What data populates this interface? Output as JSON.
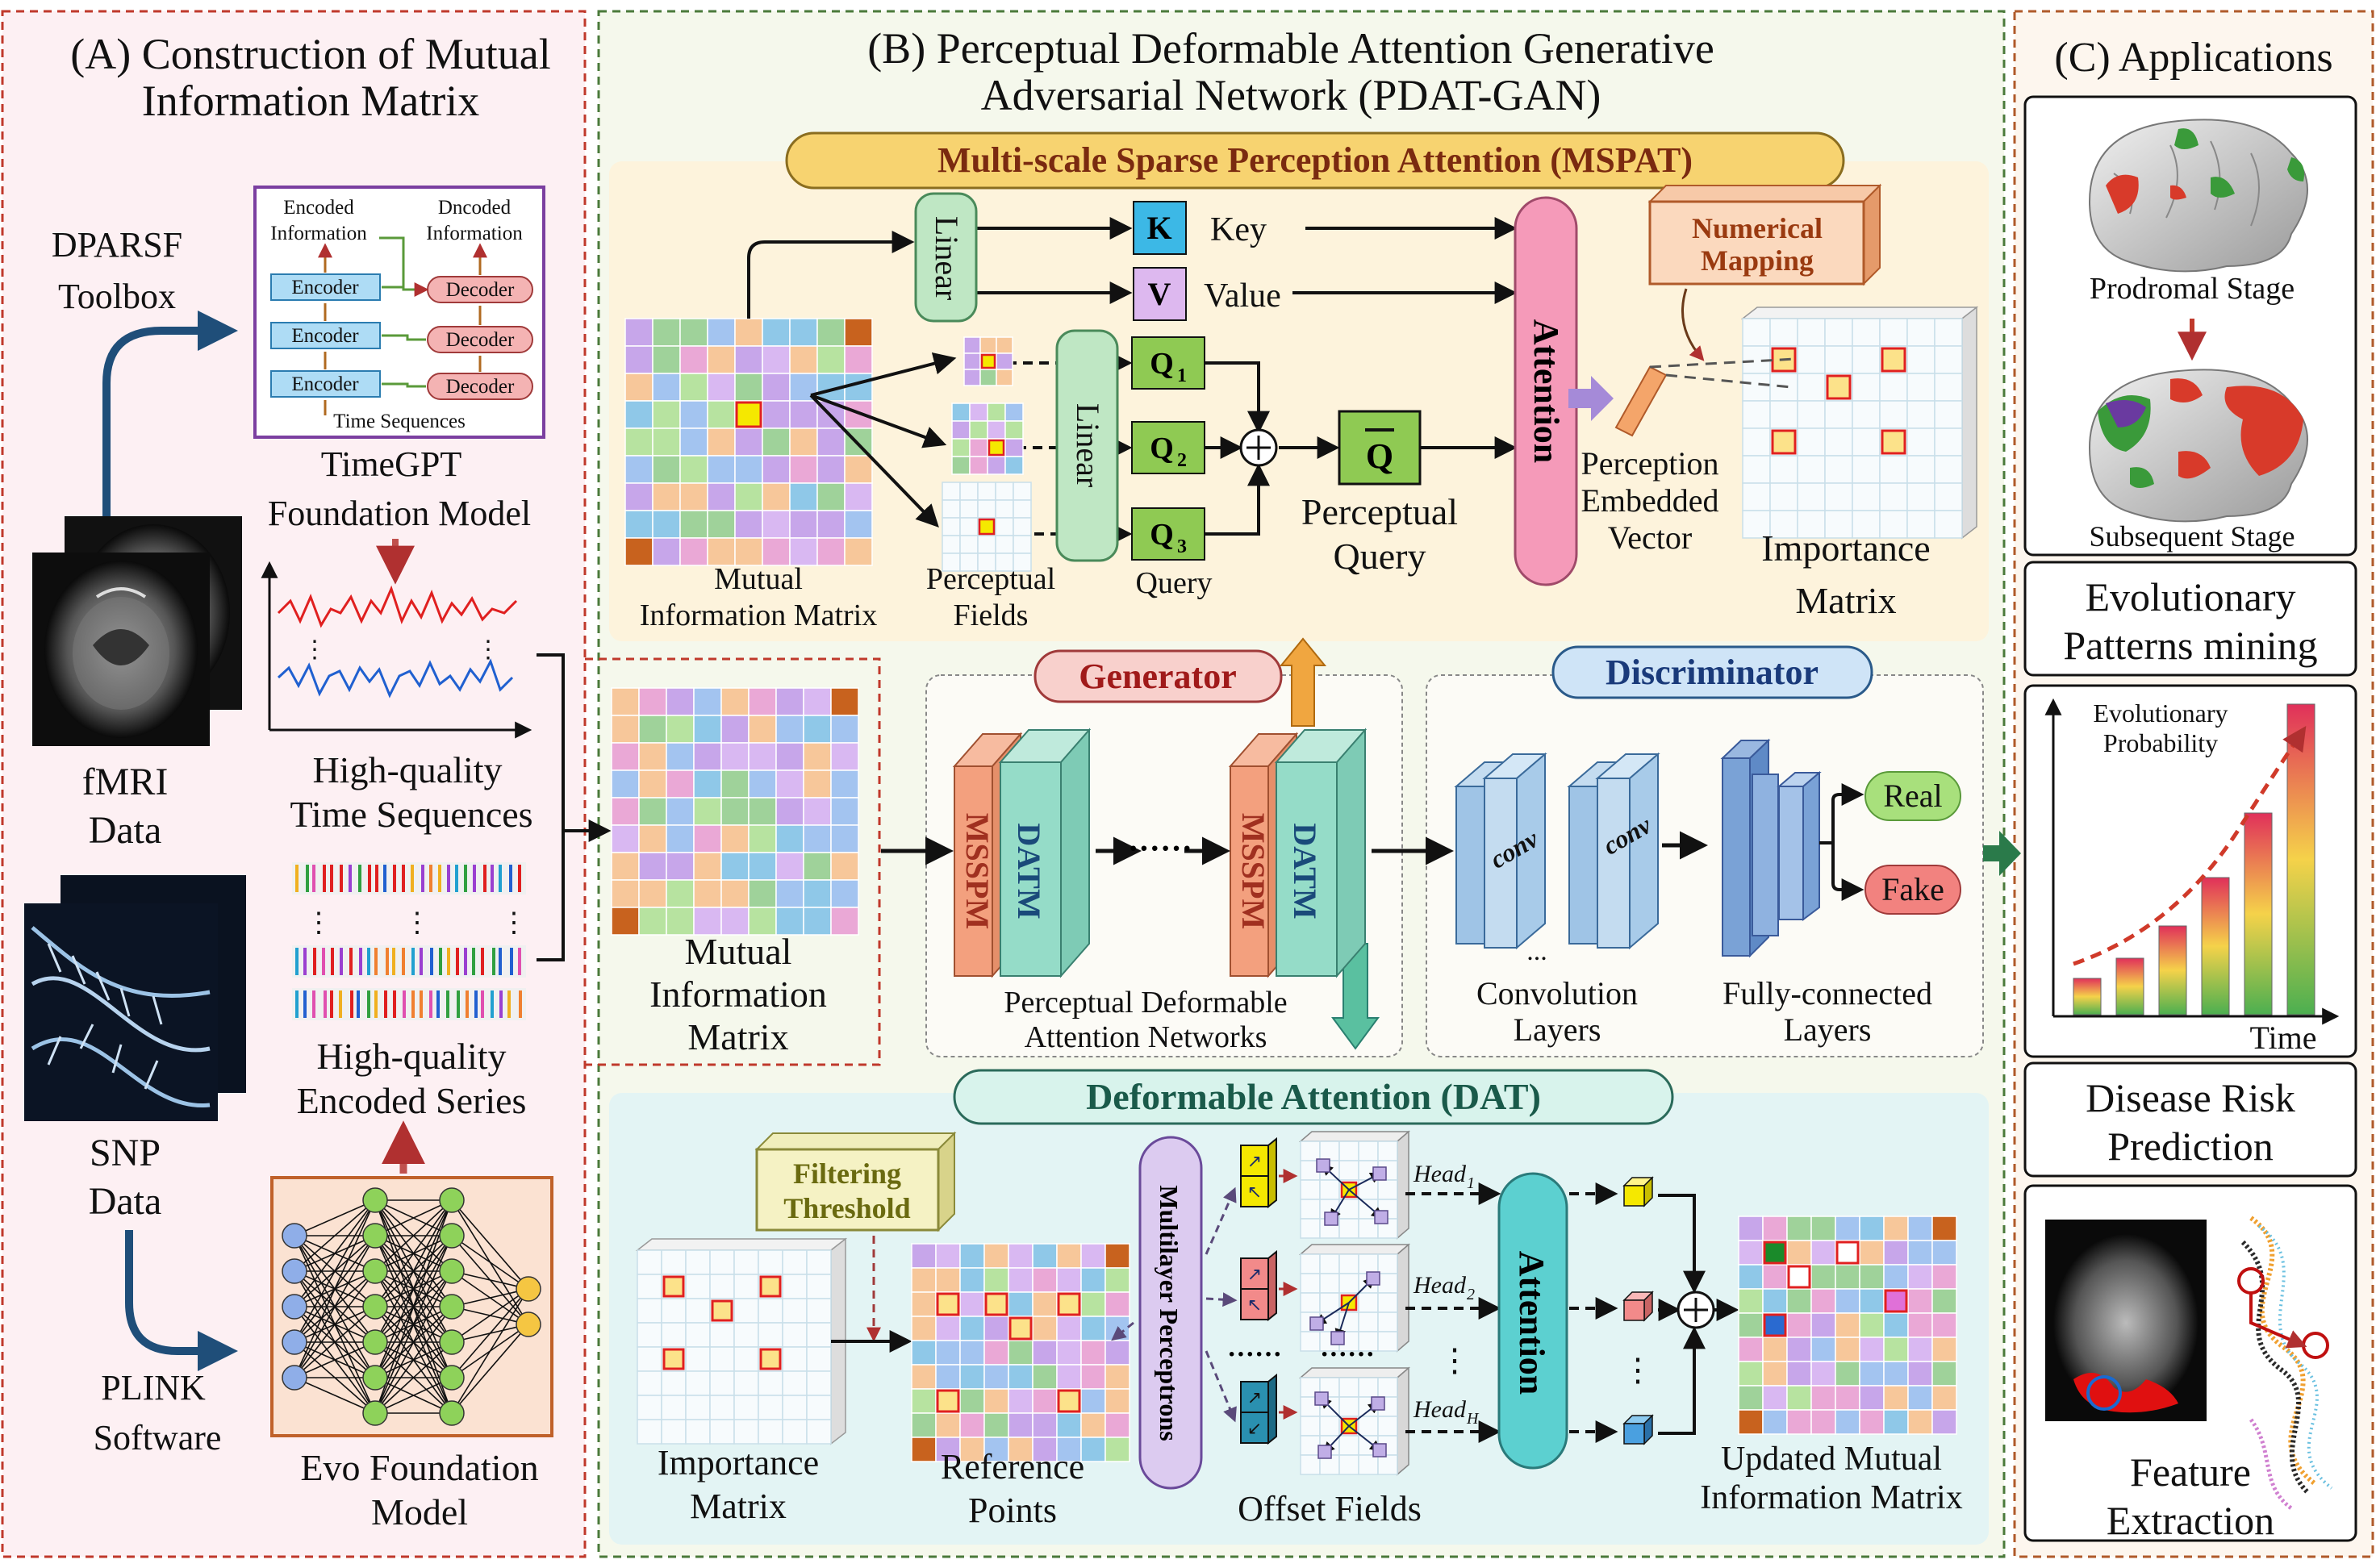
{
  "panel_a": {
    "title_line1": "(A) Construction of Mutual",
    "title_line2": "Information Matrix",
    "dparsf_line1": "DPARSF",
    "dparsf_line2": "Toolbox",
    "timegpt": {
      "encoded_line1": "Encoded",
      "encoded_line2": "Information",
      "decoded_line1": "Dncoded",
      "decoded_line2": "Information",
      "encoder": "Encoder",
      "decoder": "Decoder",
      "time_sequences": "Time Sequences",
      "name": "TimeGPT",
      "model": "Foundation Model"
    },
    "fmri_line1": "fMRI",
    "fmri_line2": "Data",
    "snp_line1": "SNP",
    "snp_line2": "Data",
    "plink_line1": "PLINK",
    "plink_line2": "Software",
    "hq_time_line1": "High-quality",
    "hq_time_line2": "Time Sequences",
    "hq_enc_line1": "High-quality",
    "hq_enc_line2": "Encoded Series",
    "evo_line1": "Evo Foundation",
    "evo_line2": "Model",
    "mim_line1": "Mutual",
    "mim_line2": "Information",
    "mim_line3": "Matrix"
  },
  "panel_b": {
    "title_line1": "(B) Perceptual Deformable Attention Generative",
    "title_line2": "Adversarial Network (PDAT-GAN)",
    "mspat": {
      "title": "Multi-scale Sparse Perception Attention (MSPAT)",
      "linear": "Linear",
      "k": "K",
      "v": "V",
      "key": "Key",
      "value": "Value",
      "q1": "Q",
      "q2": "Q",
      "q3": "Q",
      "q1_sub": "1",
      "q2_sub": "2",
      "q3_sub": "3",
      "qbar": "Q",
      "attention": "Attention",
      "numerical_line1": "Numerical",
      "numerical_line2": "Mapping",
      "mim_line1": "Mutual",
      "mim_line2": "Information Matrix",
      "fields_line1": "Perceptual",
      "fields_line2": "Fields",
      "query": "Query",
      "pq_line1": "Perceptual",
      "pq_line2": "Query",
      "pev_line1": "Perception",
      "pev_line2": "Embedded",
      "pev_line3": "Vector",
      "imp_line1": "Importance",
      "imp_line2": "Matrix"
    },
    "gan": {
      "generator": "Generator",
      "discriminator": "Discriminator",
      "msspm": "MSSPM",
      "datm": "DATM",
      "dots": "······",
      "pdan_line1": "Perceptual Deformable",
      "pdan_line2": "Attention Networks",
      "conv": "conv",
      "conv_line1": "Convolution",
      "conv_line2": "Layers",
      "fc_line1": "Fully-connected",
      "fc_line2": "Layers",
      "real": "Real",
      "fake": "Fake",
      "ellipsis": "..."
    },
    "dat": {
      "title": "Deformable Attention (DAT)",
      "filter_line1": "Filtering",
      "filter_line2": "Threshold",
      "mlp": "Multilayer Perceptrons",
      "head": "Head",
      "head1_sub": "1",
      "head2_sub": "2",
      "headh_sub": "H",
      "attention": "Attention",
      "imp_line1": "Importance",
      "imp_line2": "Matrix",
      "ref_line1": "Reference",
      "ref_line2": "Points",
      "offset": "Offset Fields",
      "upd_line1": "Updated Mutual",
      "upd_line2": "Information Matrix"
    }
  },
  "panel_c": {
    "title": "(C) Applications",
    "prodromal": "Prodromal Stage",
    "subsequent": "Subsequent Stage",
    "evo_line1": "Evolutionary",
    "evo_line2": "Patterns mining",
    "prob_line1": "Evolutionary",
    "prob_line2": "Probability",
    "time": "Time",
    "risk_line1": "Disease Risk",
    "risk_line2": "Prediction",
    "feat_line1": "Feature",
    "feat_line2": "Extraction"
  },
  "colors": {
    "panel_a_border": "#c0392b",
    "panel_b_border": "#4a7a3a",
    "panel_c_border": "#b05a2a",
    "mspat_bg": "#fdf3dc",
    "dat_bg": "#e3f4f4",
    "mspat_title_bg": "#f7d370",
    "dat_title_bg": "#d8f3ec",
    "generator_bg": "#f8d0cc",
    "discriminator_bg": "#cfe4f7",
    "attention_pink": "#f59ab9",
    "q_green": "#8fca53",
    "linear_green": "#bfe7c4",
    "k_blue": "#3cb8e6",
    "v_purple": "#ddb8ef",
    "msspm_orange": "#f3a07e",
    "datm_teal": "#95dcc8",
    "real_green": "#a8e07c",
    "fake_red": "#f2827f"
  }
}
